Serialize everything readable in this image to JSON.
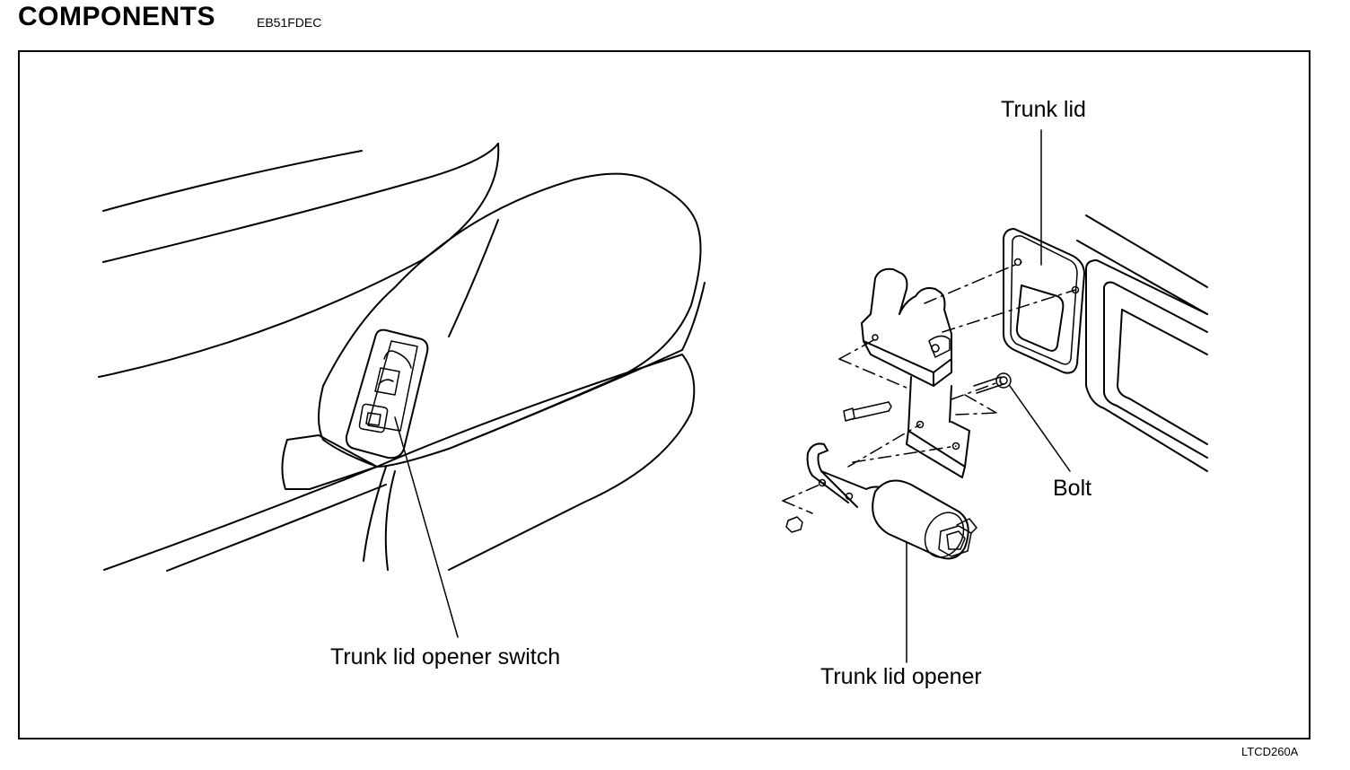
{
  "header": {
    "title": "COMPONENTS",
    "code": "EB51FDEC"
  },
  "figure": {
    "id": "LTCD260A"
  },
  "labels": {
    "trunk_lid": "Trunk lid",
    "bolt": "Bolt",
    "trunk_lid_opener_switch": "Trunk lid opener switch",
    "trunk_lid_opener": "Trunk lid opener"
  }
}
